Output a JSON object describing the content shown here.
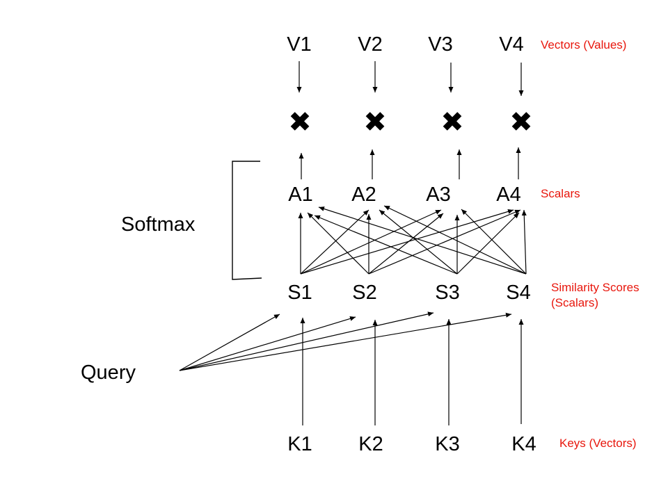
{
  "diagram": {
    "values": [
      "V1",
      "V2",
      "V3",
      "V4"
    ],
    "attention": [
      "A1",
      "A2",
      "A3",
      "A4"
    ],
    "scores": [
      "S1",
      "S2",
      "S3",
      "S4"
    ],
    "keys": [
      "K1",
      "K2",
      "K3",
      "K4"
    ],
    "softmax_label": "Softmax",
    "query_label": "Query",
    "notes": {
      "values": "Vectors (Values)",
      "scalars": "Scalars",
      "similarity_line1": "Similarity Scores",
      "similarity_line2": "(Scalars)",
      "keys": "Keys (Vectors)"
    },
    "multiply_symbol": "✖"
  },
  "colors": {
    "text": "#000000",
    "annotation": "#e8160c",
    "line": "#000000"
  }
}
